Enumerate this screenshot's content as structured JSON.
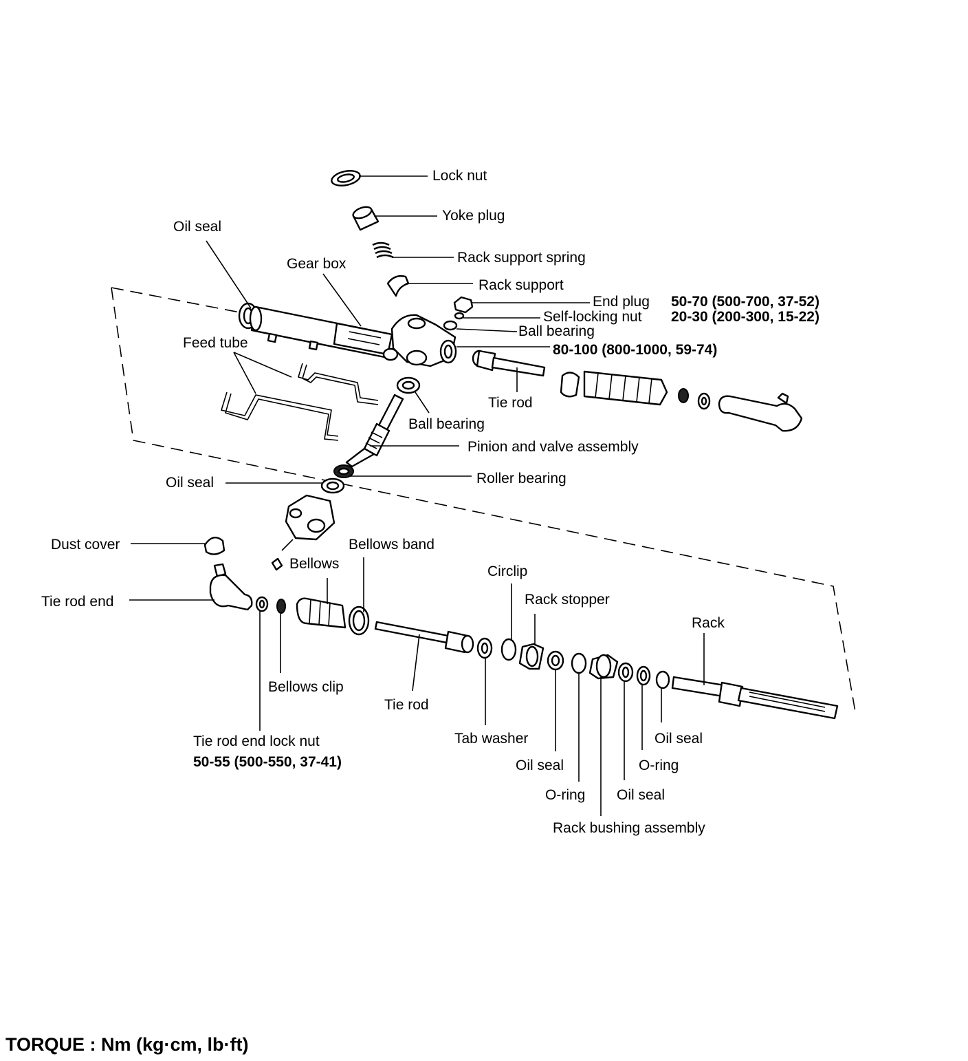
{
  "labels": {
    "lock_nut": "Lock nut",
    "yoke_plug": "Yoke plug",
    "rack_support_spring": "Rack support spring",
    "rack_support": "Rack support",
    "oil_seal_top": "Oil seal",
    "gear_box": "Gear box",
    "end_plug": "End plug",
    "self_locking_nut": "Self-locking nut",
    "ball_bearing_top": "Ball bearing",
    "feed_tube": "Feed tube",
    "tie_rod_upper": "Tie rod",
    "ball_bearing_mid": "Ball bearing",
    "pinion_valve": "Pinion and valve assembly",
    "roller_bearing": "Roller bearing",
    "oil_seal_mid": "Oil seal",
    "dust_cover": "Dust cover",
    "bellows_band": "Bellows band",
    "bellows": "Bellows",
    "circlip": "Circlip",
    "rack_stopper": "Rack stopper",
    "rack": "Rack",
    "tie_rod_end": "Tie rod end",
    "bellows_clip": "Bellows clip",
    "tie_rod_lower": "Tie rod",
    "tab_washer": "Tab washer",
    "oil_seal_a": "Oil seal",
    "oil_seal_b": "Oil seal",
    "oil_seal_c": "Oil seal",
    "o_ring_a": "O-ring",
    "o_ring_b": "O-ring",
    "rack_bushing_assembly": "Rack bushing assembly",
    "tie_rod_end_lock_nut": "Tie rod end lock nut"
  },
  "torques": {
    "end_plug": "50-70 (500-700, 37-52)",
    "self_locking_nut": "20-30 (200-300, 15-22)",
    "gear_box_fitting": "80-100 (800-1000, 59-74)",
    "tie_rod_end_lock_nut": "50-55 (500-550, 37-41)"
  },
  "footer": {
    "torque_units": "TORQUE : Nm (kg·cm, lb·ft)"
  }
}
